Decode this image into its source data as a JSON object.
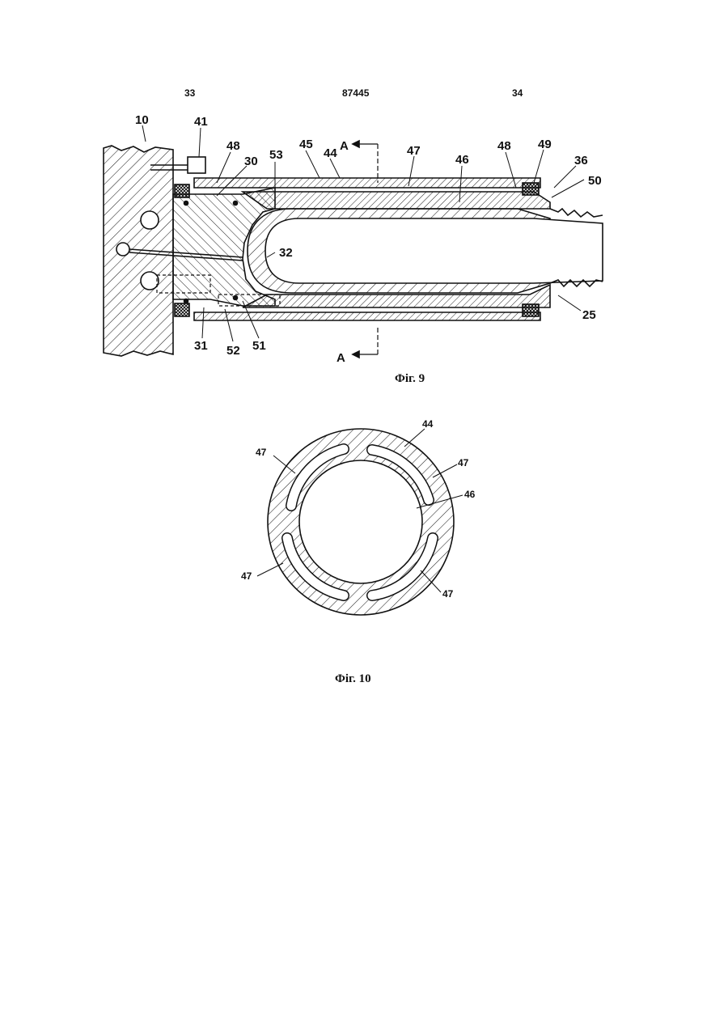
{
  "header": {
    "left_page": "33",
    "patent_number": "87445",
    "right_page": "34"
  },
  "figure9": {
    "caption": "Фіг. 9",
    "section_marker_top": "A",
    "section_marker_bottom": "A",
    "labels": {
      "l10": "10",
      "l41": "41",
      "l48a": "48",
      "l30": "30",
      "l53": "53",
      "l45": "45",
      "l44": "44",
      "l47": "47",
      "l46": "46",
      "l48b": "48",
      "l49": "49",
      "l36": "36",
      "l50": "50",
      "l32": "32",
      "l25": "25",
      "l31": "31",
      "l52": "52",
      "l51": "51"
    }
  },
  "figure10": {
    "caption": "Фіг. 10",
    "labels": {
      "l44": "44",
      "l47a": "47",
      "l47b": "47",
      "l46": "46",
      "l47c": "47",
      "l47d": "47"
    }
  }
}
